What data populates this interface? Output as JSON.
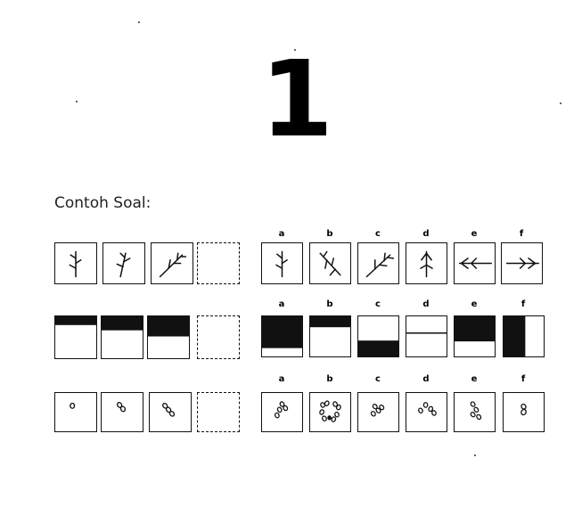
{
  "page_number": "1",
  "section_label": "Contoh Soal:",
  "option_letters": [
    "a",
    "b",
    "c",
    "d",
    "e",
    "f"
  ],
  "rows": [
    {
      "id": "branch",
      "question_figures": [
        "branch-1",
        "branch-2",
        "branch-3",
        "blank"
      ],
      "answer_figures": [
        "branch-a",
        "branch-b",
        "branch-c",
        "branch-d",
        "branch-e",
        "branch-f"
      ]
    },
    {
      "id": "shade",
      "question_figures": [
        "shade-1",
        "shade-2",
        "shade-3",
        "blank"
      ],
      "answer_figures": [
        "shade-a",
        "shade-b",
        "shade-c",
        "shade-d",
        "shade-e",
        "shade-f"
      ]
    },
    {
      "id": "loops",
      "question_figures": [
        "loops-1",
        "loops-2",
        "loops-3",
        "blank"
      ],
      "answer_figures": [
        "loops-a",
        "loops-b",
        "loops-c",
        "loops-d",
        "loops-e",
        "loops-f"
      ]
    }
  ]
}
